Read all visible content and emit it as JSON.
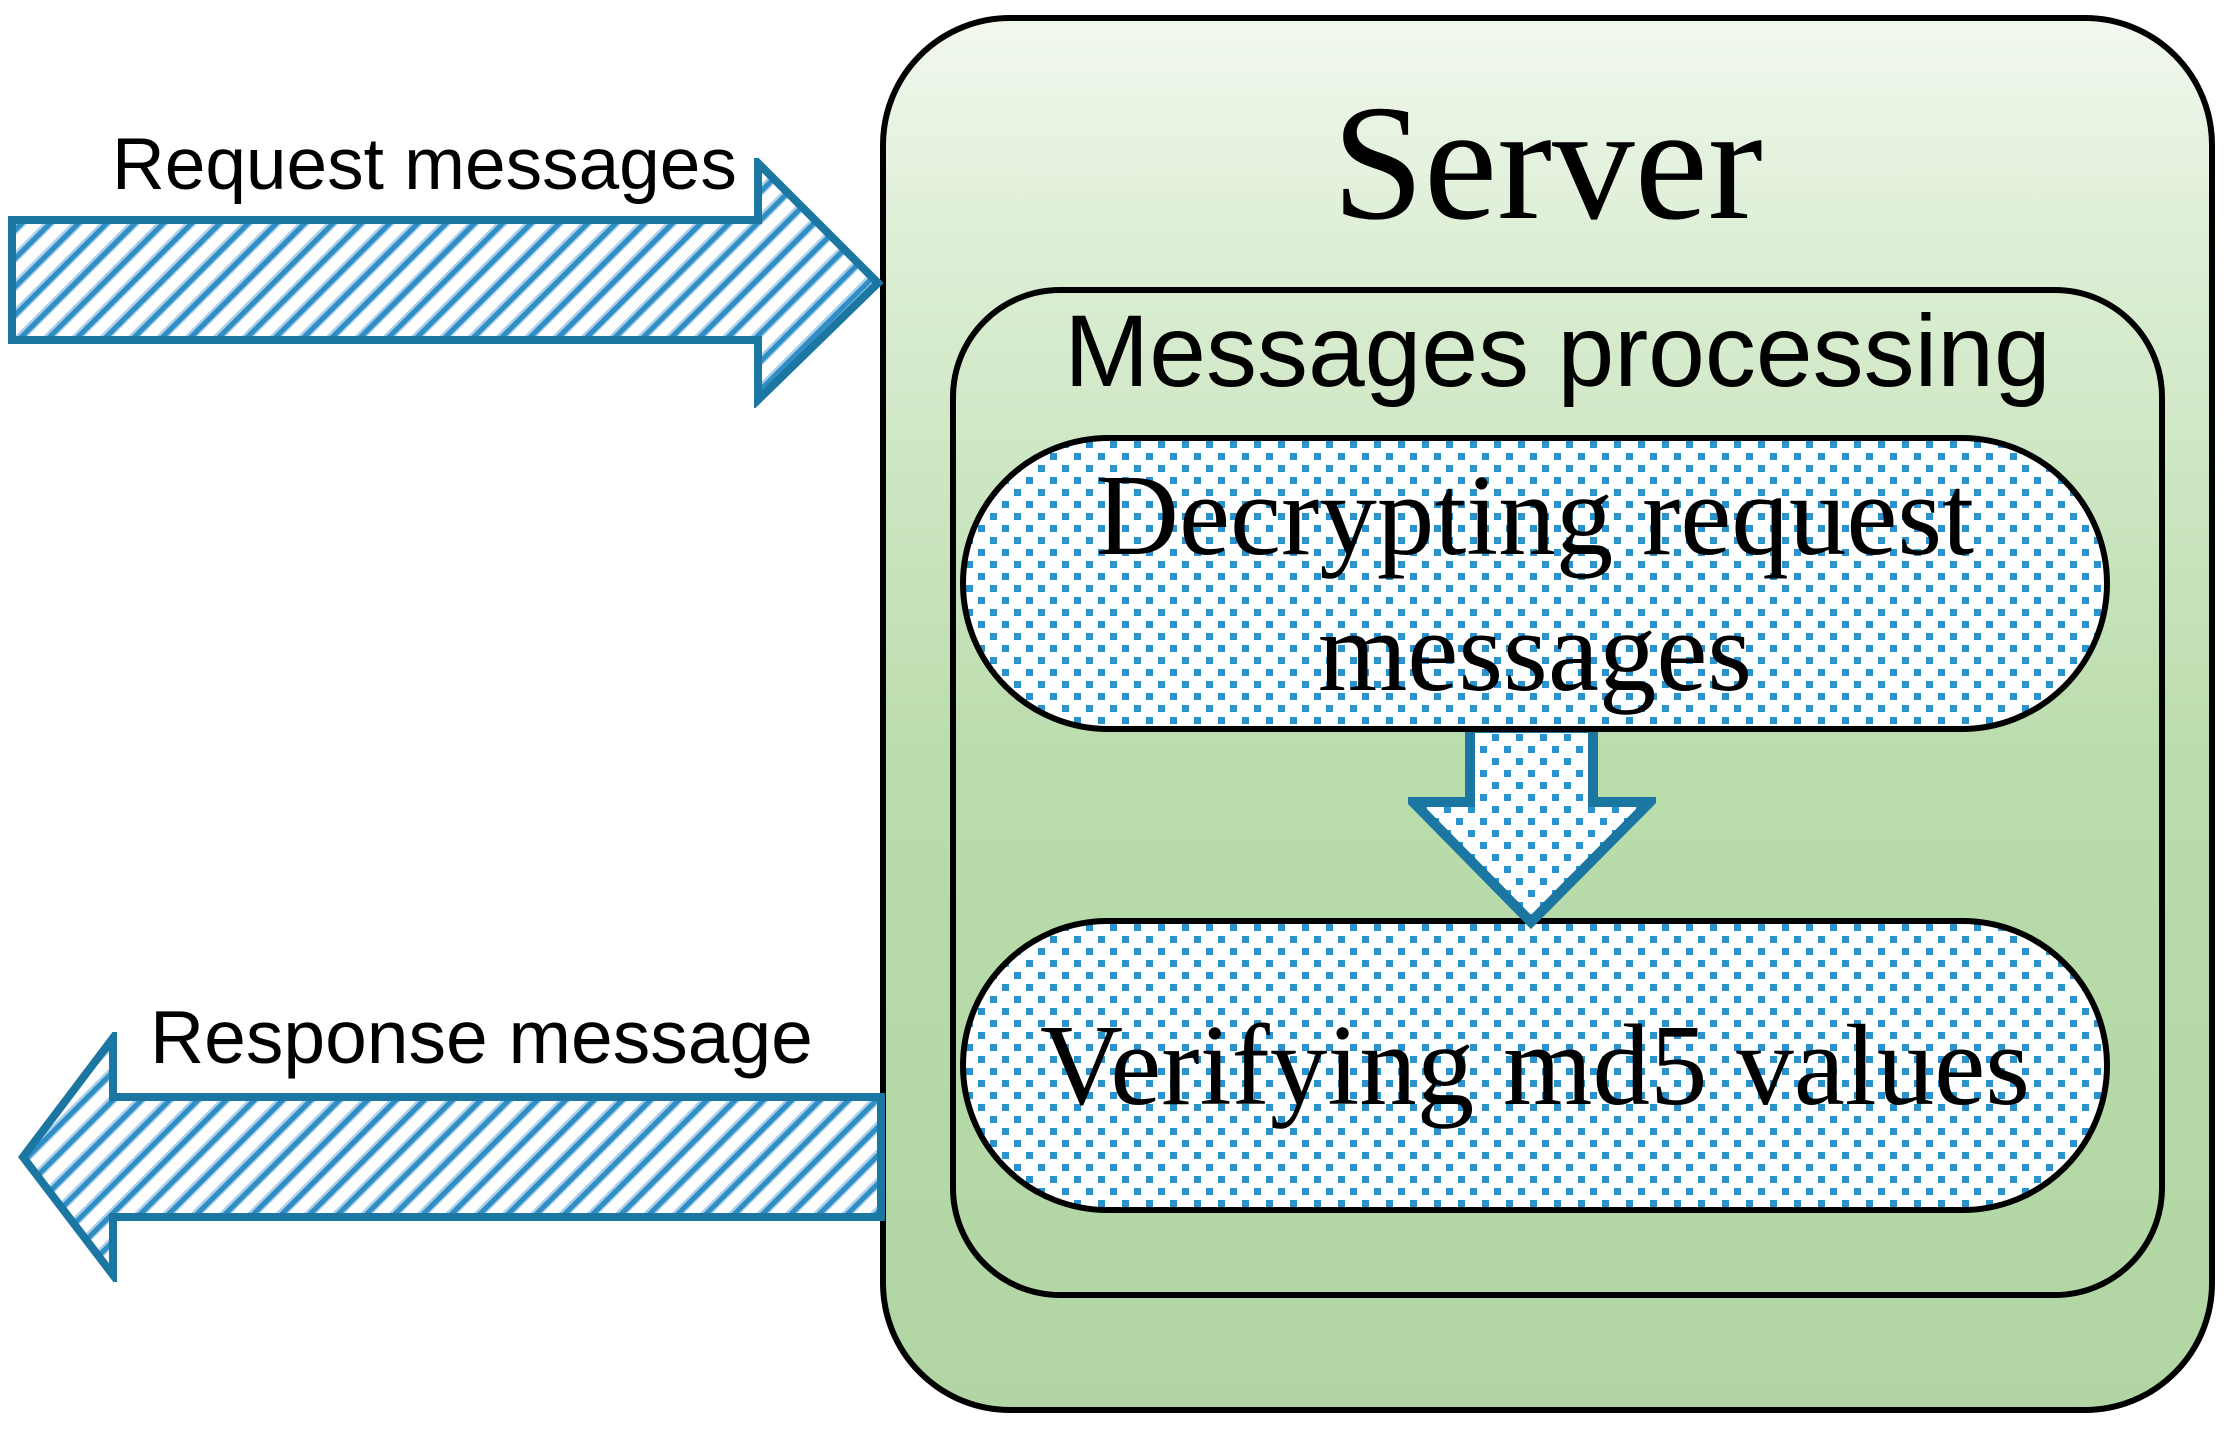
{
  "diagram": {
    "left_panel": {
      "request_label": "Request messages",
      "response_label": "Response message"
    },
    "server": {
      "title": "Server",
      "processing": {
        "title": "Messages processing",
        "steps": [
          {
            "label": "Decrypting request messages"
          },
          {
            "label": "Verifying md5 values"
          }
        ]
      }
    },
    "icons": {
      "request_arrow": "right-arrow-hatched",
      "response_arrow": "left-arrow-hatched",
      "flow_arrow": "down-arrow-dotted"
    },
    "colors": {
      "arrow_outline": "#1b76a2",
      "hatch_stripe": "#2e8ec5",
      "hatch_fringe": "#abcfe8",
      "dot_fill": "#2a92cf",
      "box_border": "#000000",
      "gradient_top": "#f1f8ee",
      "gradient_bottom": "#b1d5a3",
      "text": "#000000",
      "background": "#ffffff"
    }
  }
}
